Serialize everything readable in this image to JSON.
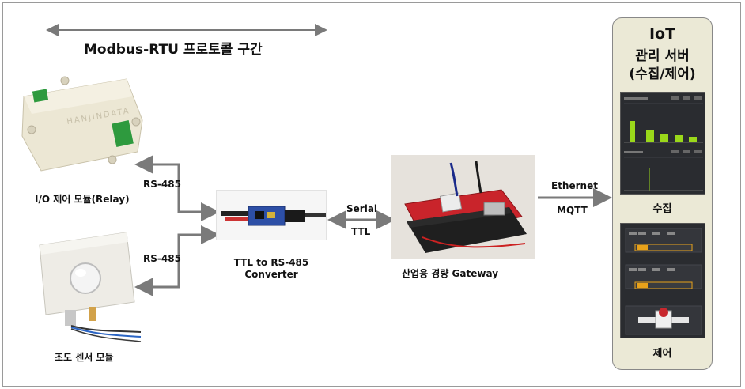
{
  "protocol_label": "Modbus-RTU 프로토콜 구간",
  "relay": {
    "label": "I/O 제어 모듈(Relay)",
    "brand_text": "HANJINDATA"
  },
  "sensor": {
    "label": "조도 센서 모듈"
  },
  "converter": {
    "label_line1": "TTL to RS-485",
    "label_line2": "Converter"
  },
  "gateway": {
    "label": "산업용 경량 Gateway"
  },
  "links": {
    "rs485_top": "RS-485",
    "rs485_bottom": "RS-485",
    "serial": "Serial",
    "ttl": "TTL",
    "ethernet": "Ethernet",
    "mqtt": "MQTT"
  },
  "server": {
    "title_line1": "IoT",
    "title_line2": "관리 서버",
    "title_line3": "(수집/제어)",
    "collect_label": "수집",
    "control_label": "제어"
  },
  "colors": {
    "arrow": "#7a7a7a",
    "server_bg": "#ebe9d6",
    "screen_bg": "#2a2c30",
    "bar_green": "#9ad81a",
    "button_orange": "#e8a21a"
  }
}
